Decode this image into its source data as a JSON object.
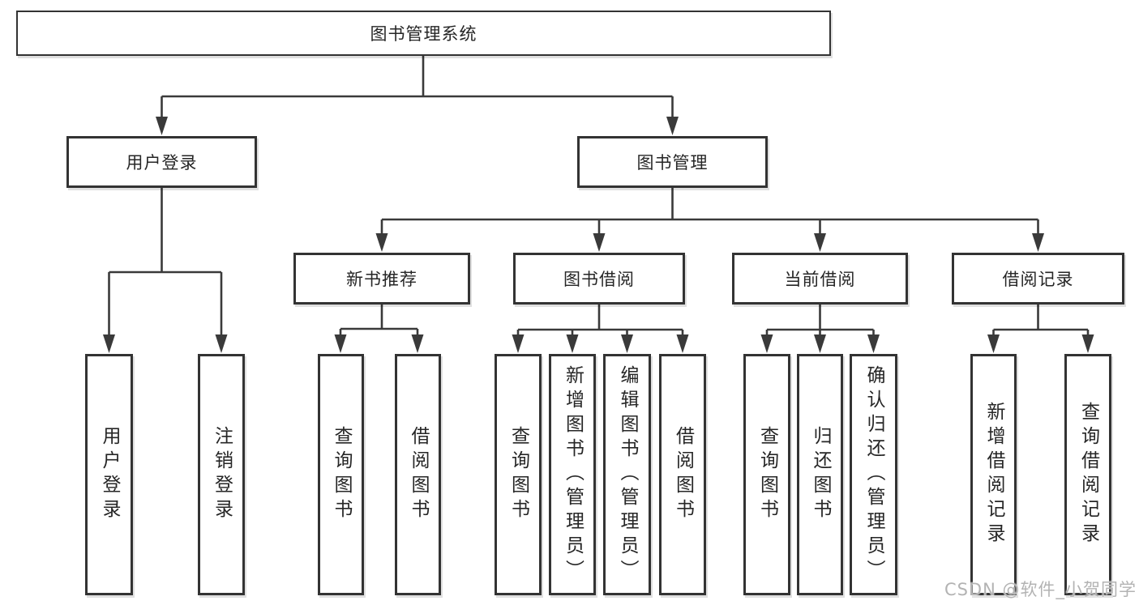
{
  "diagram": {
    "type": "hierarchy-tree",
    "title": "图书管理系统",
    "colors": {
      "line": "#3a3a3a",
      "box_border": "#333333",
      "box_fill": "#ffffff",
      "text": "#262626",
      "watermark": "#b3b3b3"
    },
    "root": {
      "label": "图书管理系统"
    },
    "level2": {
      "user_login": {
        "label": "用户登录",
        "children": {
          "login": "用户登录",
          "logout": "注销登录"
        }
      },
      "book_management": {
        "label": "图书管理",
        "children": {
          "new_book_recommend": {
            "label": "新书推荐",
            "children": {
              "query": "查询图书",
              "borrow": "借阅图书"
            }
          },
          "book_borrow": {
            "label": "图书借阅",
            "children": {
              "query": "查询图书",
              "add": "新增图书（管理员）",
              "edit": "编辑图书（管理员）",
              "borrow": "借阅图书"
            }
          },
          "current_borrow": {
            "label": "当前借阅",
            "children": {
              "query": "查询图书",
              "return": "归还图书",
              "confirm": "确认归还（管理员）"
            }
          },
          "borrow_record": {
            "label": "借阅记录",
            "children": {
              "add": "新增借阅记录",
              "query": "查询借阅记录"
            }
          }
        }
      }
    }
  },
  "watermark": {
    "text": "CSDN @软件_小贺同学"
  }
}
